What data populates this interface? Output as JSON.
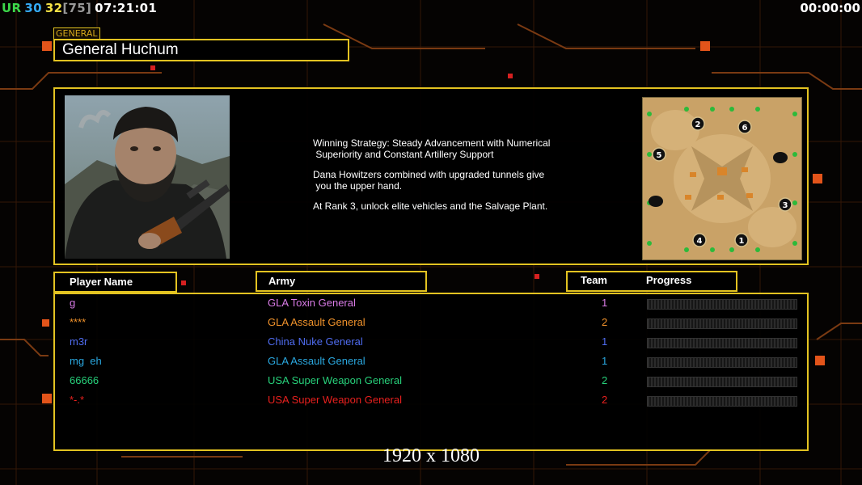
{
  "hud": {
    "label": "UR",
    "val1": "30",
    "val2": "32",
    "bracket": "[75]",
    "clock": "07:21:01",
    "timer": "00:00:00"
  },
  "general": {
    "tag": "GENERAL",
    "name": "General Huchum"
  },
  "strategy": {
    "line1": "Winning Strategy: Steady Advancement with Numerical",
    "line2": " Superiority and Constant Artillery Support",
    "line3": "Dana Howitzers combined with upgraded tunnels give",
    "line4": " you the upper hand.",
    "line5": "At Rank 3, unlock elite vehicles and the Salvage Plant."
  },
  "map": {
    "slots": [
      "2",
      "6",
      "5",
      "3",
      "4",
      "1"
    ]
  },
  "headers": {
    "player": "Player Name",
    "army": "Army",
    "team": "Team",
    "progress": "Progress"
  },
  "players": [
    {
      "name": "g",
      "army": "GLA Toxin General",
      "team": "1",
      "color": "#d97be6"
    },
    {
      "name": "****",
      "army": "GLA Assault General",
      "team": "2",
      "color": "#f0922b"
    },
    {
      "name": "m3r",
      "army": "China Nuke General",
      "team": "1",
      "color": "#4f6cf0"
    },
    {
      "name": "mg  eh",
      "army": "GLA Assault General",
      "team": "1",
      "color": "#2aa8e0"
    },
    {
      "name": "66666",
      "army": "USA Super Weapon General",
      "team": "2",
      "color": "#27d07a"
    },
    {
      "name": "*-.*",
      "army": "USA Super Weapon General",
      "team": "2",
      "color": "#e8201e"
    }
  ],
  "footer": {
    "resolution": "1920 x 1080"
  }
}
